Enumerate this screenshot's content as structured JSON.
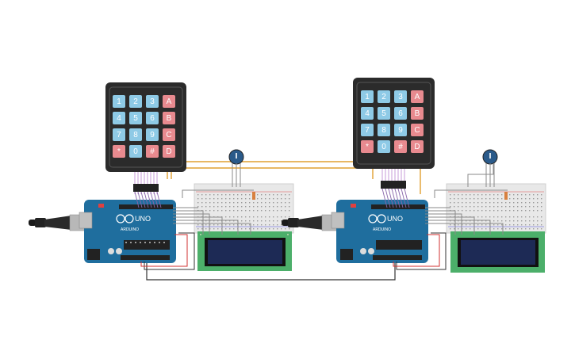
{
  "circuit": {
    "board_label": "UNO",
    "board_brand": "ARDUINO",
    "keypad_keys": [
      [
        "1",
        "2",
        "3",
        "A"
      ],
      [
        "4",
        "5",
        "6",
        "B"
      ],
      [
        "7",
        "8",
        "9",
        "C"
      ],
      [
        "*",
        "0",
        "#",
        "D"
      ]
    ],
    "colors": {
      "key_digit": "#8ecae6",
      "key_symbol": "#e88a8f",
      "keypad_body": "#2b2b2b",
      "arduino": "#1f6e9e",
      "lcd_pcb": "#4caf6a",
      "lcd_screen": "#1d2a55",
      "wire_orange": "#e0a030",
      "wire_black": "#333333",
      "wire_red": "#d03030",
      "wire_gray": "#8a8a8a"
    }
  }
}
